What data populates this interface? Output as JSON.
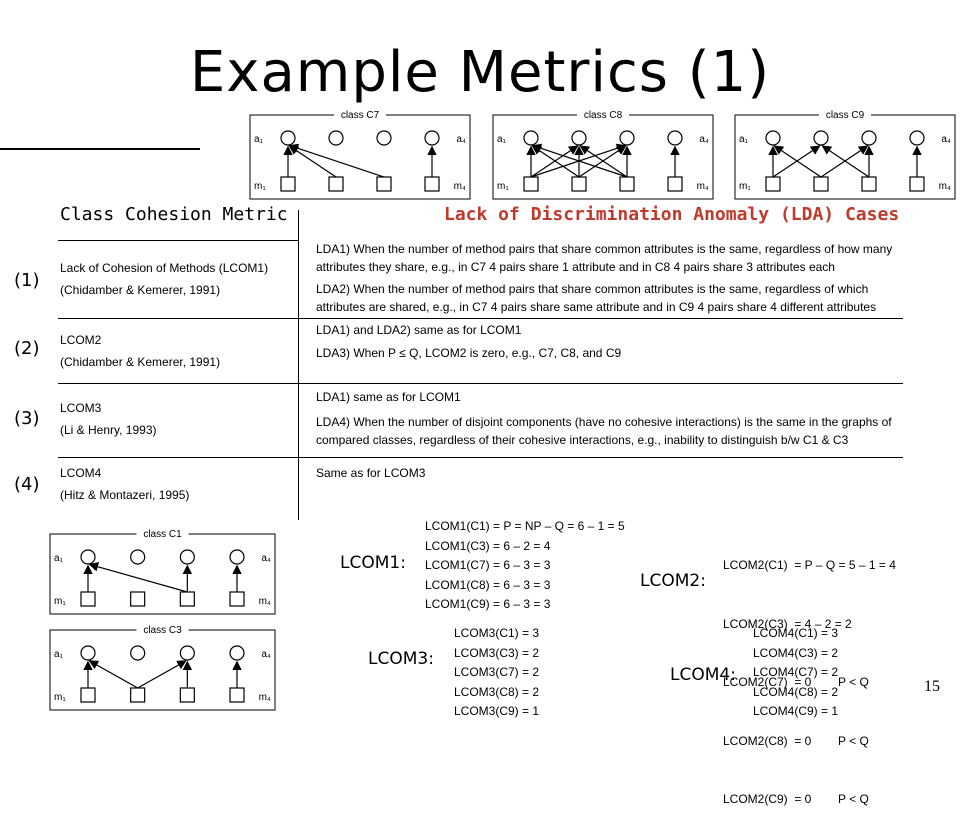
{
  "slide": {
    "title": "Example Metrics (1)",
    "page_number": "15"
  },
  "diagrams": {
    "c7": {
      "title": "class C7",
      "a1": "a₁",
      "a4": "a₄",
      "m1": "m₁",
      "m4": "m₄"
    },
    "c8": {
      "title": "class C8",
      "a1": "a₁",
      "a4": "a₄",
      "m1": "m₁",
      "m4": "m₄"
    },
    "c9": {
      "title": "class C9",
      "a1": "a₁",
      "a4": "a₄",
      "m1": "m₁",
      "m4": "m₄"
    },
    "c1": {
      "title": "class C1",
      "a1": "a₁",
      "a4": "a₄",
      "m1": "m₁",
      "m4": "m₄"
    },
    "c3": {
      "title": "class C3",
      "a1": "a₁",
      "a4": "a₄",
      "m1": "m₁",
      "m4": "m₄"
    }
  },
  "table": {
    "header_left": "Class Cohesion Metric",
    "header_right": "Lack of Discrimination Anomaly (LDA) Cases",
    "rows": [
      {
        "index": "(1)",
        "name": "Lack of Cohesion of Methods (LCOM1)",
        "ref": "(Chidamber & Kemerer, 1991)",
        "cases": [
          "LDA1) When the number of method pairs that share common attributes is the same, regardless of how many attributes they share, e.g., in C7 4 pairs share 1 attribute and in C8 4 pairs share 3 attributes each",
          "LDA2) When the number of method pairs that share common attributes is the same, regardless of which attributes are shared, e.g., in C7 4 pairs share same attribute and in C9 4 pairs share 4 different attributes"
        ]
      },
      {
        "index": "(2)",
        "name": "LCOM2",
        "ref": "(Chidamber & Kemerer, 1991)",
        "cases": [
          "LDA1) and LDA2)  same as for LCOM1",
          "LDA3) When P ≤ Q, LCOM2 is zero, e.g., C7, C8, and C9"
        ]
      },
      {
        "index": "(3)",
        "name": "LCOM3",
        "ref": "(Li & Henry, 1993)",
        "cases": [
          "LDA1) same as for LCOM1",
          "LDA4) When the number of disjoint components (have no cohesive interactions) is the same in the graphs of compared classes, regardless of their cohesive interactions, e.g., inability to distinguish b/w C1 & C3"
        ]
      },
      {
        "index": "(4)",
        "name": "LCOM4",
        "ref": "(Hitz & Montazeri, 1995)",
        "cases": [
          "Same as for LCOM3"
        ]
      }
    ]
  },
  "calculations": {
    "lcom1": {
      "label": "LCOM1:",
      "lines": [
        "LCOM1(C1)  = P = NP – Q = 6 – 1 = 5",
        "LCOM1(C3)  = 6 – 2 = 4",
        "LCOM1(C7)  = 6 – 3 = 3",
        "LCOM1(C8)  = 6 – 3 = 3",
        "LCOM1(C9)  = 6 – 3 = 3"
      ]
    },
    "lcom2": {
      "label": "LCOM2:",
      "lines": [
        "LCOM2(C1)  = P – Q = 5 – 1 = 4",
        "LCOM2(C3)  = 4 – 2 = 2",
        "LCOM2(C7)  = 0        P < Q",
        "LCOM2(C8)  = 0        P < Q",
        "LCOM2(C9)  = 0        P < Q"
      ]
    },
    "lcom3": {
      "label": "LCOM3:",
      "lines": [
        "LCOM3(C1)  = 3",
        "LCOM3(C3)  = 2",
        "LCOM3(C7)  = 2",
        "LCOM3(C8)  = 2",
        "LCOM3(C9)  = 1"
      ]
    },
    "lcom4": {
      "label": "LCOM4:",
      "lines": [
        "LCOM4(C1)  = 3",
        "LCOM4(C3)  = 2",
        "LCOM4(C7)  = 2",
        "LCOM4(C8)  = 2",
        "LCOM4(C9)  = 1"
      ]
    }
  }
}
